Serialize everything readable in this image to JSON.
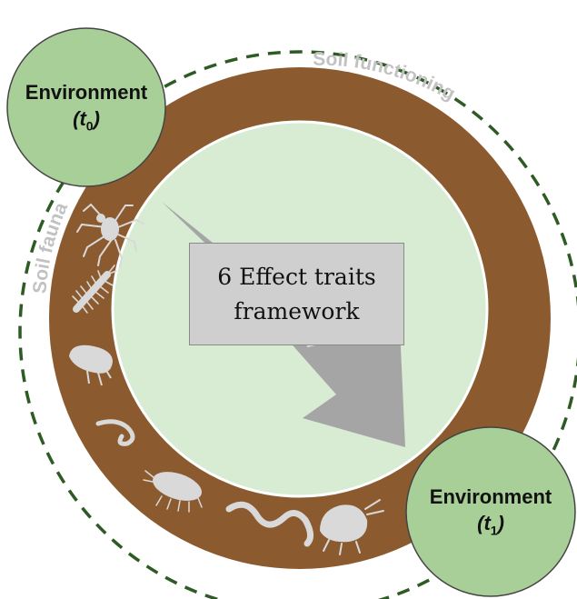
{
  "labels": {
    "soil_functioning": "Soil functioning",
    "soil_fauna": "Soil fauna"
  },
  "env_start": {
    "title": "Environment",
    "symbol": "t",
    "subscript": "0"
  },
  "env_end": {
    "title": "Environment",
    "symbol": "t",
    "subscript": "1"
  },
  "center": {
    "line1": "6 Effect traits",
    "line2": "framework"
  },
  "colors": {
    "dashed_ring": "#2e5a24",
    "fauna_band": "#8c5a2f",
    "inner_circle": "#d7ecd3",
    "env_circle": "#a9cf99",
    "arrow": "#a5a5a5",
    "arc_label": "#c2c2c2",
    "silhouettes": "#d9d9d9"
  },
  "icons": [
    "spider-icon",
    "centipede-icon",
    "beetle-icon",
    "worm-icon",
    "woodlouse-icon",
    "earthworm-icon",
    "springtail-icon"
  ]
}
